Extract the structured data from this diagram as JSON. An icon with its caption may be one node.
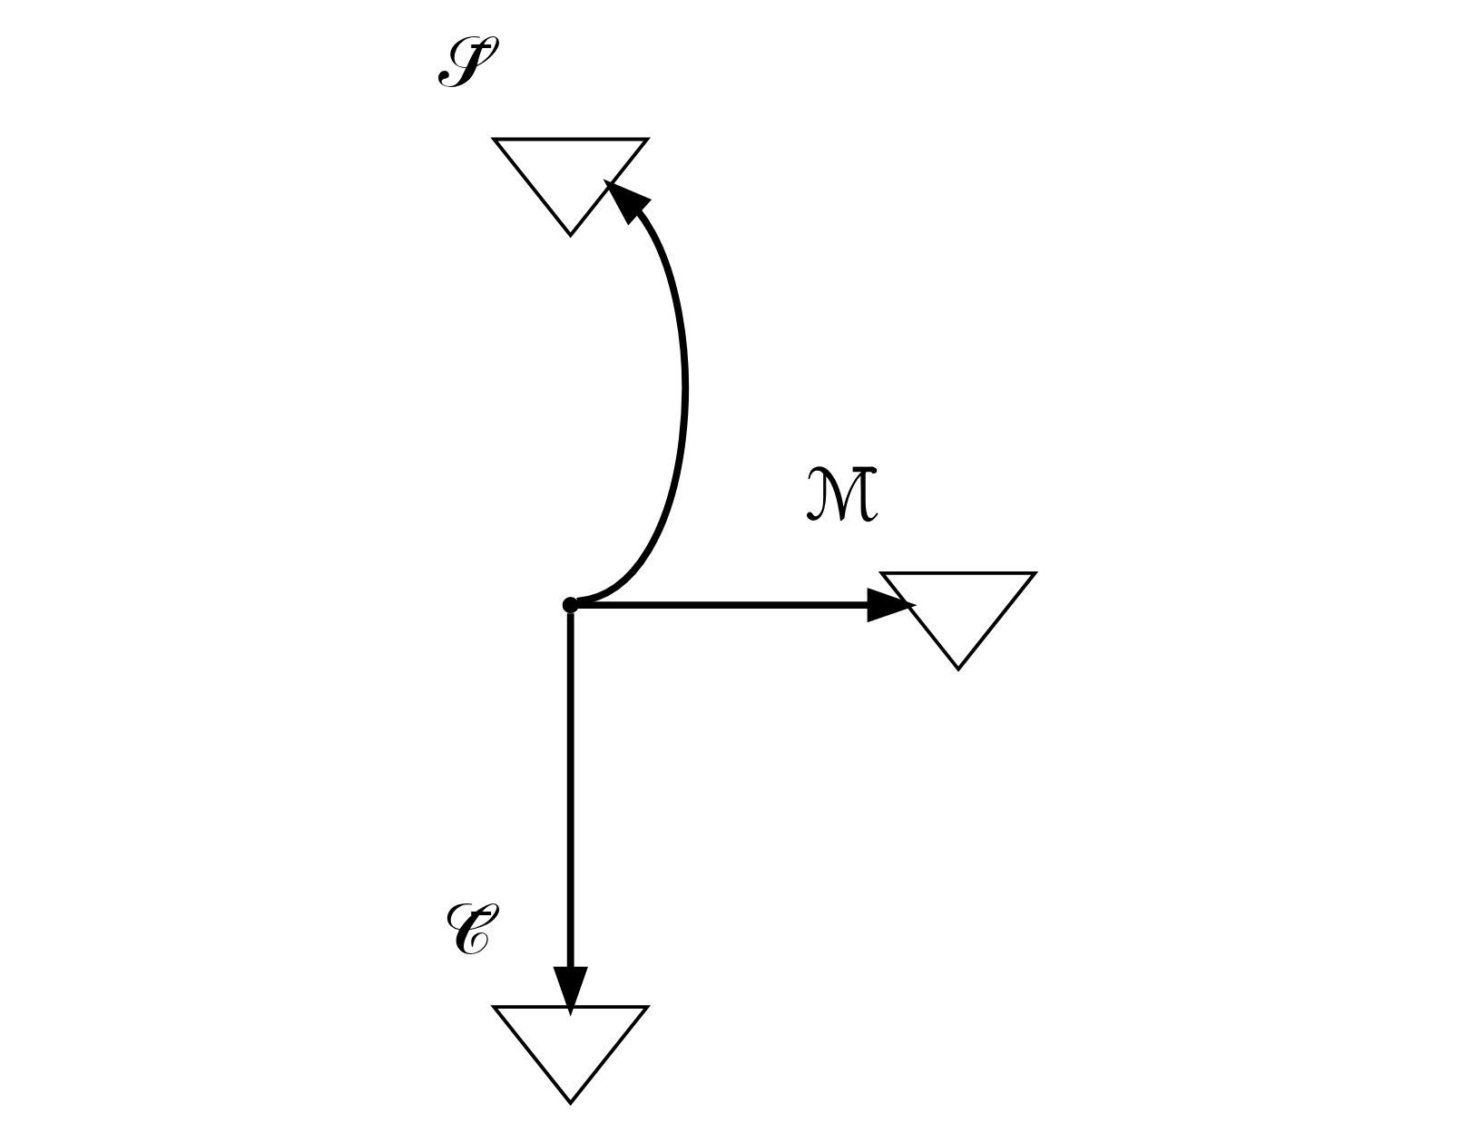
{
  "diagram": {
    "nodes": [
      {
        "text": [],
        "shape": "point"
      },
      {
        "text": [],
        "shape": "tree",
        "beside": [
          "𝒮̄"
        ]
      },
      {
        "text": [],
        "shape": "tree",
        "beside": [
          "ℳ̄"
        ]
      },
      {
        "text": [],
        "shape": "tree",
        "beside": [
          "𝒞̄"
        ]
      }
    ],
    "edges": [
      {
        "from": 0,
        "to": 1,
        "arrow": "to"
      },
      {
        "from": 0,
        "to": 2,
        "arrow": "to"
      },
      {
        "from": 0,
        "to": 3,
        "arrow": "to"
      }
    ]
  }
}
